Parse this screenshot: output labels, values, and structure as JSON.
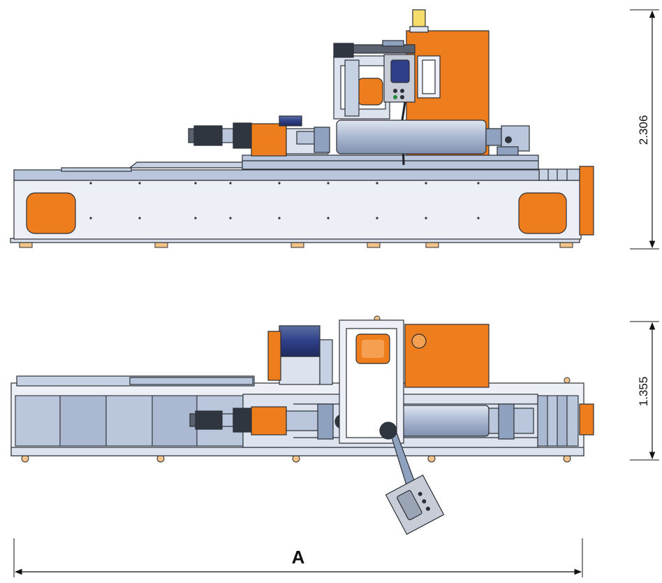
{
  "dimensions": {
    "side_view_height": "2.306",
    "top_view_width": "1.355",
    "overall_length": "A"
  },
  "colors": {
    "machine_orange": "#ee7d1e",
    "frame_light": "#eceff5",
    "frame_blue": "#b9c6dc",
    "frame_blue_dark": "#8ea1bf",
    "motor_dark": "#2f3640",
    "motor_blue": "#2f3f8a",
    "lamp_yellow": "#f6dc6b",
    "line": "#2b2f36"
  }
}
